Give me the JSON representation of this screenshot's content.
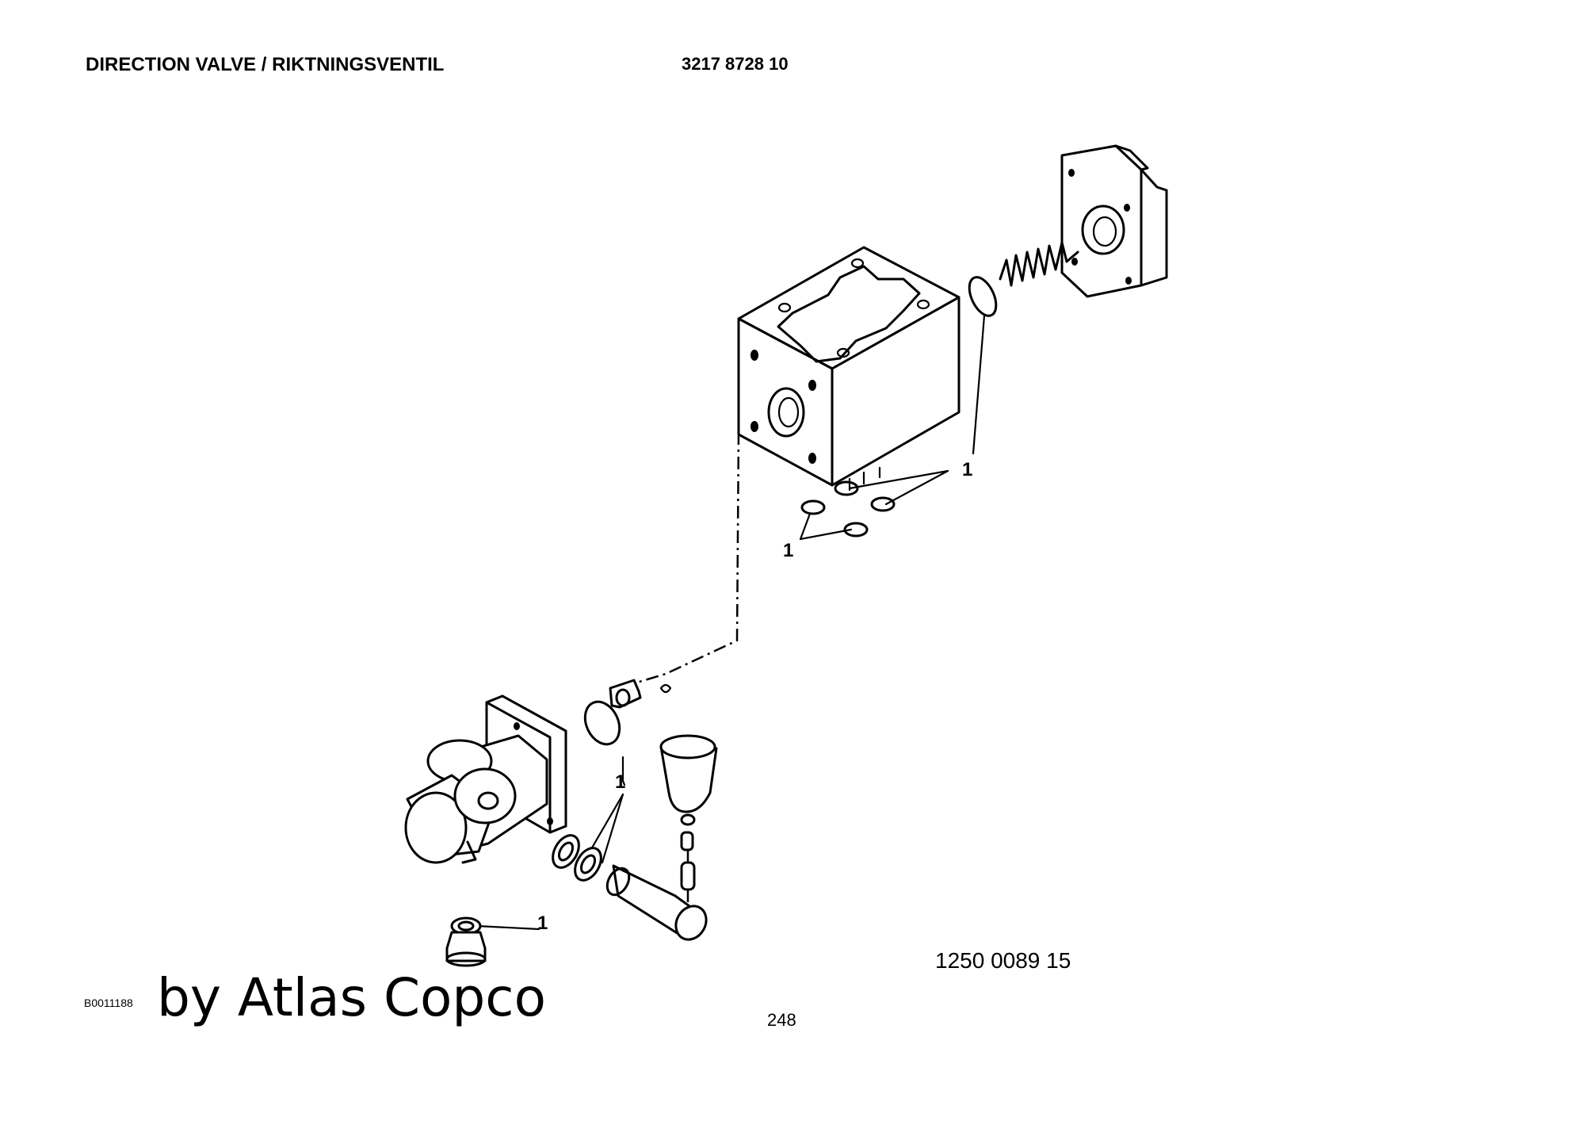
{
  "header": {
    "title": "DIRECTION VALVE / RIKTNINGSVENTIL",
    "code": "3217 8728 10"
  },
  "footer": {
    "drawing_number": "1250 0089 15",
    "figure_id": "B0011188",
    "watermark": "by Atlas Copco",
    "page_number": "248"
  },
  "callouts": {
    "label": "1"
  }
}
